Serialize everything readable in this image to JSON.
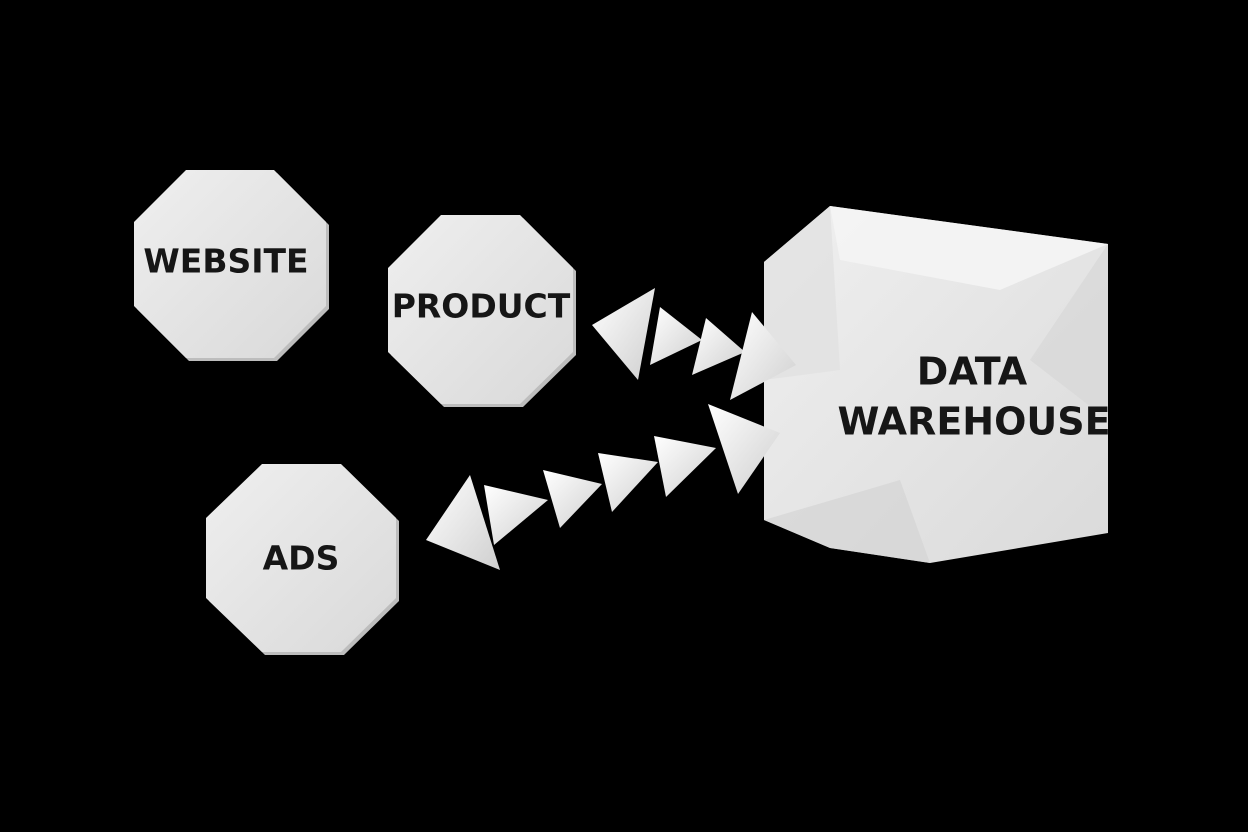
{
  "diagram": {
    "background_color": "#000000",
    "node_color": "#e6e6e6",
    "label_color": "#161616",
    "arrow_color": "#eeeeee",
    "nodes": {
      "website": {
        "label": "WEBSITE",
        "shape": "octagon"
      },
      "product": {
        "label": "PRODUCT",
        "shape": "octagon"
      },
      "ads": {
        "label": "ADS",
        "shape": "octagon"
      },
      "warehouse": {
        "label_line1": "DATA",
        "label_line2": "WAREHOUSE",
        "shape": "cube"
      }
    },
    "connections": [
      {
        "from": "warehouse",
        "to": "product",
        "style": "chain of triangular arrowheads, bidirectional"
      },
      {
        "from": "warehouse",
        "to": "ads",
        "style": "chain of triangular arrowheads, bidirectional"
      }
    ]
  }
}
